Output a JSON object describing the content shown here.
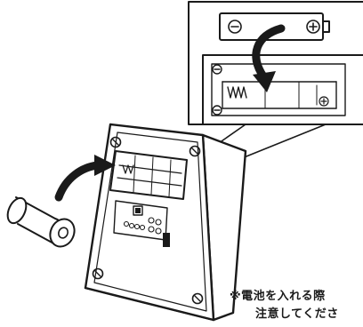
{
  "figure": {
    "subject": "battery insertion diagram",
    "icons": [
      "battery-cell-icon",
      "insert-arrow-icon",
      "minus-terminal-icon",
      "plus-terminal-icon",
      "screw-icon"
    ],
    "battery_polarity_labels": {
      "minus": "⊖",
      "plus": "⊕"
    }
  },
  "caption": {
    "line1": "※電池を入れる際",
    "line2": "注意してくださ"
  }
}
